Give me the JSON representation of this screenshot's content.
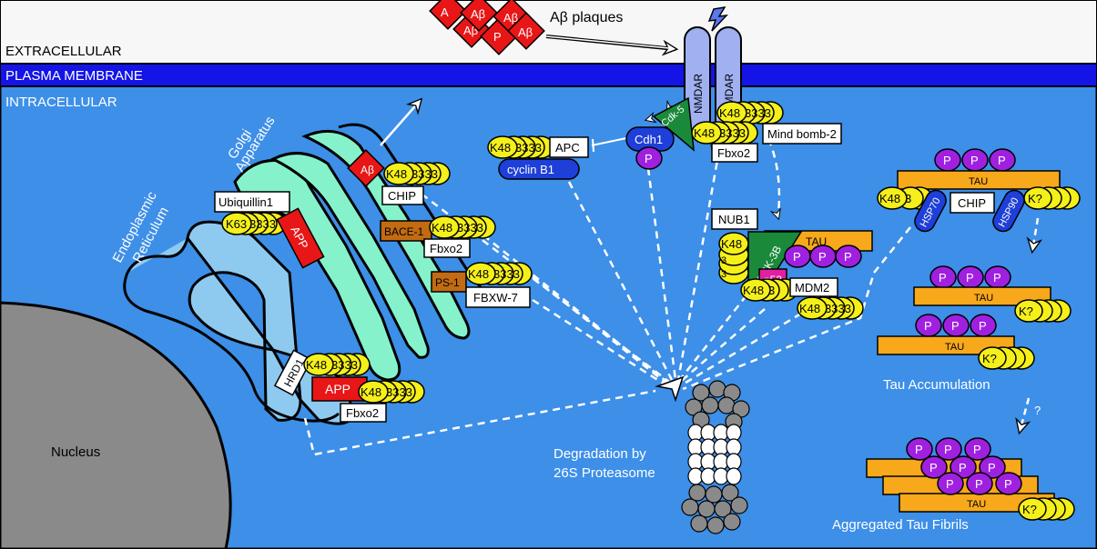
{
  "regions": {
    "extracellular": "EXTRACELLULAR",
    "plasma_membrane": "PLASMA MEMBRANE",
    "intracellular": "INTRACELLULAR"
  },
  "organelles": {
    "nucleus": "Nucleus",
    "er_line1": "Endoplasmic",
    "er_line2": "Reticulum",
    "golgi_line1": "Golgi",
    "golgi_line2": "Apparatus"
  },
  "extracellular_items": {
    "abeta_plaques": "Aβ plaques",
    "plaque_label": "Aβ",
    "plaque_p": "P",
    "plaque_a": "A"
  },
  "receptor": {
    "nmdar": "NMDAR"
  },
  "proteins": {
    "abeta": "Aβ",
    "app": "APP",
    "bace1": "BACE-1",
    "ps1": "PS-1",
    "cdk5": "Cdk-5",
    "cdh1": "Cdh1",
    "cyclin_b1": "cyclin B1",
    "gsk3b": "GSK-3B",
    "p53": "p53",
    "hsp70": "HSP70",
    "hsp90": "HSP90",
    "tau": "TAU",
    "p": "P"
  },
  "ligases": {
    "ubiquillin1": "Ubiquillin1",
    "chip": "CHIP",
    "fbxo2": "Fbxo2",
    "fbxw7": "FBXW-7",
    "hrd1": "HRD1",
    "apc": "APC",
    "mind_bomb2": "Mind bomb-2",
    "nub1": "NUB1",
    "mdm2": "MDM2"
  },
  "ubiquitin": {
    "k48": "K48",
    "k63": "K63",
    "k_unknown": "K?",
    "chain_tail": "3333",
    "three": "3"
  },
  "process_labels": {
    "degradation_line1": "Degradation by",
    "degradation_line2": "26S Proteasome",
    "tau_accumulation": "Tau Accumulation",
    "question_mark": "?",
    "aggregated_fibrils": "Aggregated Tau Fibrils"
  },
  "colors": {
    "extracellular_bg": "#f7f7f7",
    "membrane": "#1414e6",
    "cytoplasm": "#3d8fe8",
    "nucleus": "#8a8a8a",
    "er": "#8ec9f0",
    "golgi": "#86f2cc",
    "ubiquitin": "#f5ef1a",
    "phosphate": "#a020e0",
    "tau": "#f7a81b",
    "app_red": "#e81616",
    "brown": "#c26b12",
    "cdk5_green": "#1a8a3a",
    "dark_blue": "#1e3fd8",
    "p53_magenta": "#e020a0",
    "nmdar": "#a0b0f0"
  }
}
